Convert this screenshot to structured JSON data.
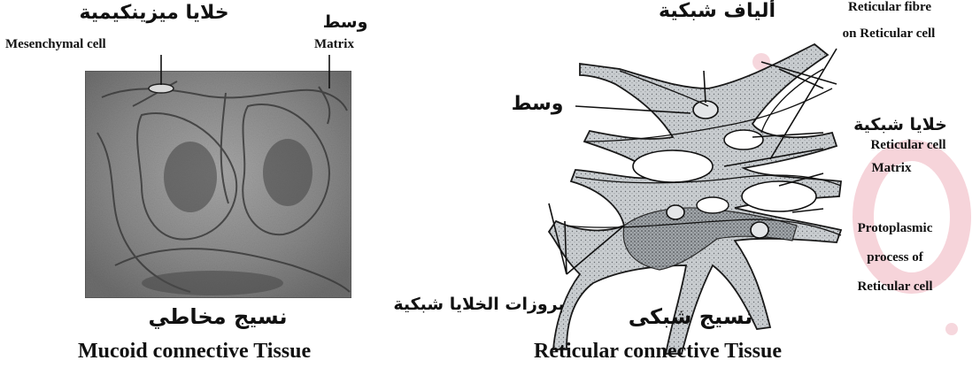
{
  "mucoid": {
    "label_mesenchymal_ar": "خلايا ميزينكيمية",
    "label_mesenchymal_en": "Mesenchymal cell",
    "label_matrix_ar": "وسط",
    "label_matrix_en": "Matrix",
    "caption_ar": "نسيج مخاطي",
    "caption_en": "Mucoid connective Tissue"
  },
  "reticular": {
    "label_fibres_ar": "ألياف شبكية",
    "label_fibre_en_line1": "Reticular fibre",
    "label_fibre_en_line2": "on Reticular cell",
    "label_matrix_ar": "وسط",
    "label_cells_ar": "خلايا شبكية",
    "label_cell_en": "Reticular cell",
    "label_matrix_en": "Matrix",
    "label_process_en_line1": "Protoplasmic",
    "label_process_en_line2": "process of",
    "label_process_en_line3": "Reticular cell",
    "label_processes_ar": "بروزات الخلايا شبكية",
    "caption_ar": "نسيج شبكى",
    "caption_en": "Reticular  connective Tissue"
  },
  "colors": {
    "watermark": "#f2c4cc",
    "tissue_fill": "#cfd3d6",
    "micrograph_bg": "#8e8e8e",
    "line": "#111111"
  }
}
